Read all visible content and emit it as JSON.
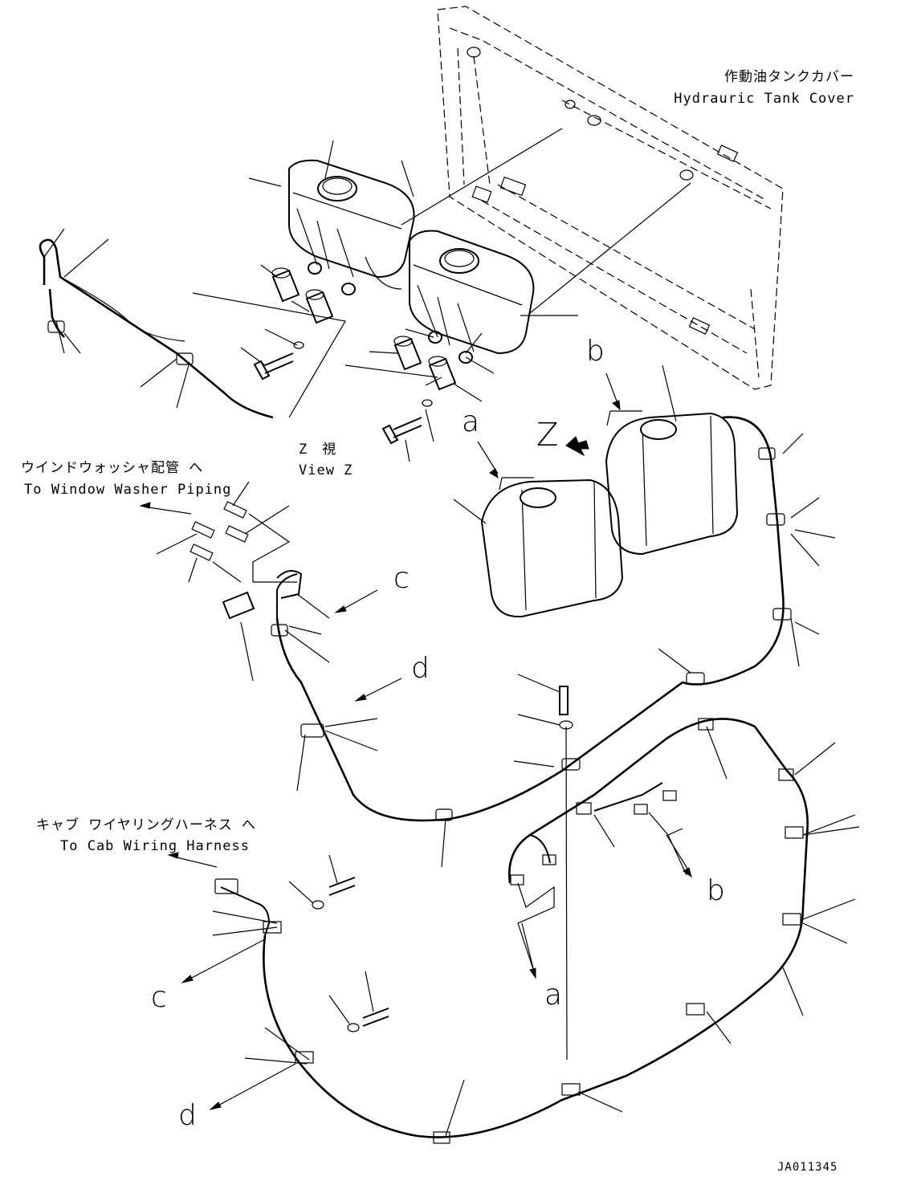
{
  "labels": {
    "tank_cover_jp": "作動油タンクカバー",
    "tank_cover_en": "Hydrauric Tank Cover",
    "view_z_jp": "Z　視",
    "view_z_en": "View Z",
    "washer_jp": "ウインドウォッシャ配管 へ",
    "washer_en": "To Window Washer Piping",
    "cab_jp": "キャブ ワイヤリングハーネス へ",
    "cab_en": "To Cab Wiring Harness",
    "z_marker": "Z",
    "ref_a": "a",
    "ref_b": "b",
    "ref_c": "c",
    "ref_d": "d",
    "drawing_code": "JA011345"
  }
}
